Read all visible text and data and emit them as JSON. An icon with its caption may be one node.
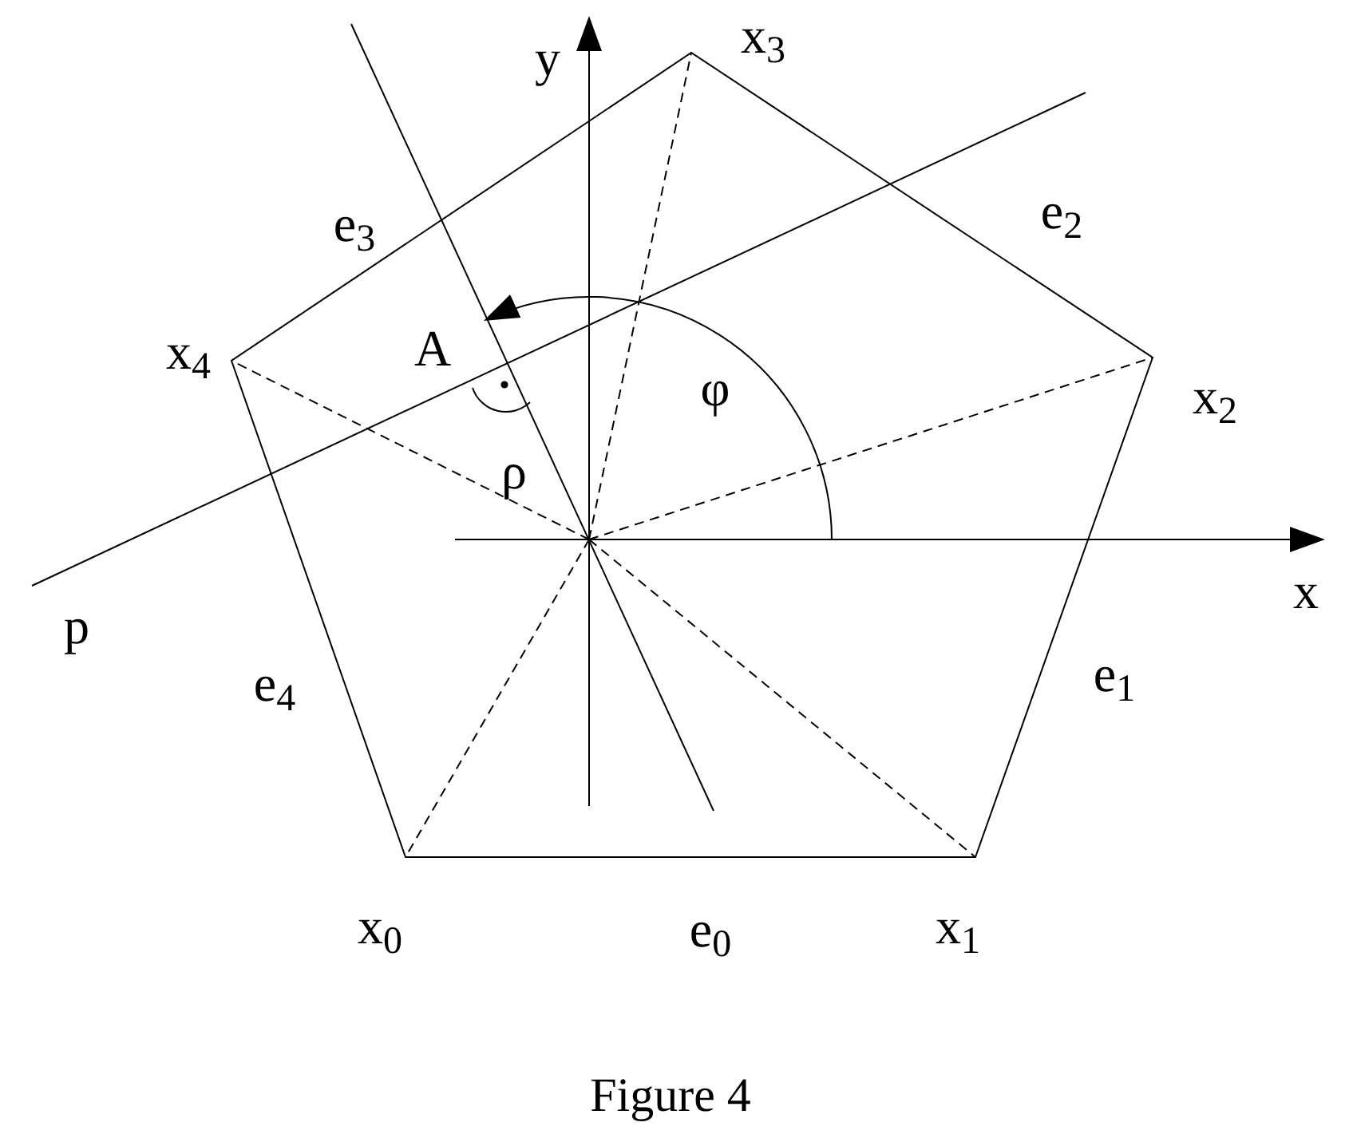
{
  "diagram": {
    "caption": "Figure 4",
    "labels": [
      "x$_{3}$",
      "y",
      "e$_{3}$",
      "e$_{2}$",
      "x$_{4}$",
      "A",
      "φ",
      "x$_{2}$",
      "ρ",
      "x",
      "p",
      "e$_{4}$",
      "e$_{1}$",
      "x$_{0}$",
      "e$_{0}$",
      "x$_{1}$"
    ]
  }
}
